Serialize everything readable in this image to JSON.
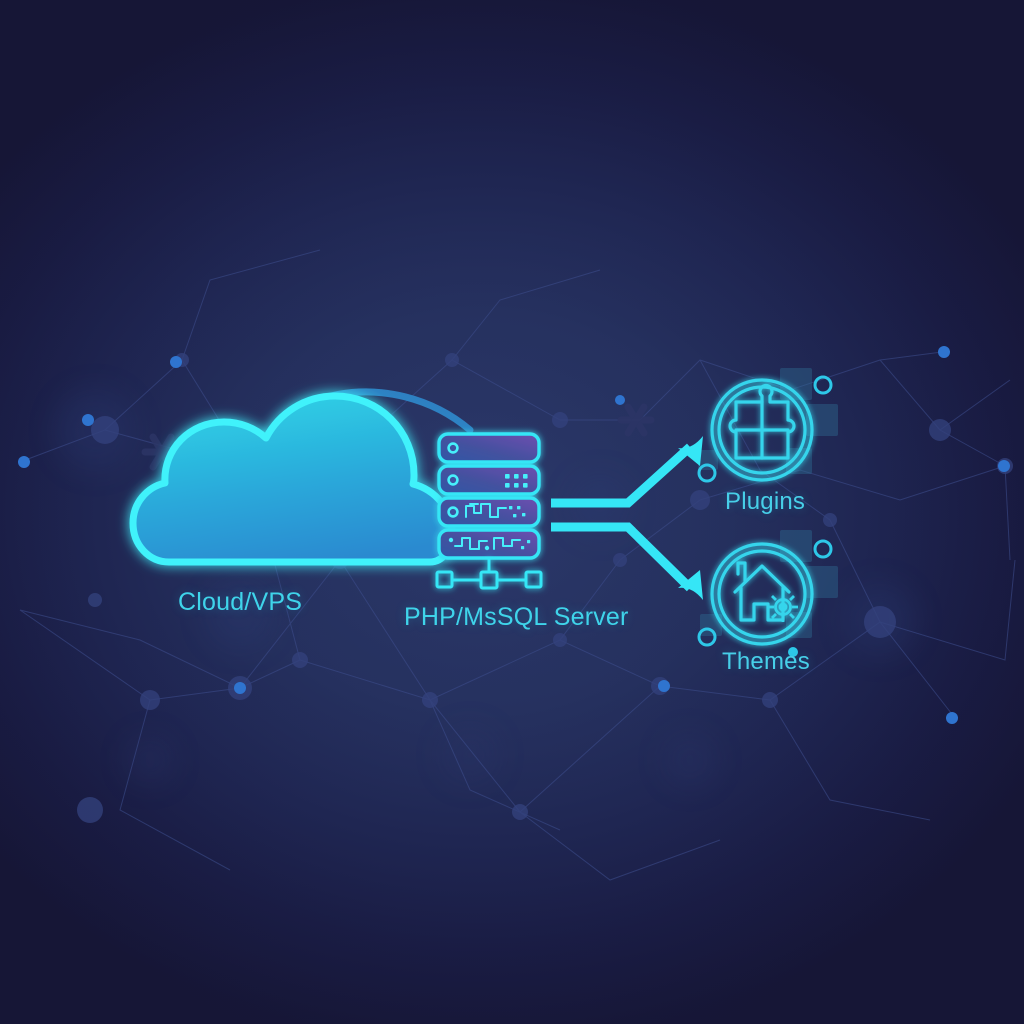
{
  "diagram": {
    "title": "Cloud hosting architecture flow",
    "background": {
      "outer_color": "#16163a",
      "inner_color": "#2a3768",
      "network_line_color": "#3b4a86",
      "network_node_color": "#2f3f75",
      "accent_node_color": "#2f6fc8"
    },
    "nodes": [
      {
        "id": "cloud",
        "label": "Cloud/VPS",
        "icon": "cloud-icon",
        "label_color": "#3fd4ea",
        "fill_top": "#2bd4e8",
        "fill_bottom": "#2a8fd0",
        "stroke": "#3ff0fb"
      },
      {
        "id": "server",
        "label": "PHP/MsSQL Server",
        "icon": "server-stack-icon",
        "label_color": "#3fd4ea",
        "stroke": "#35e6f6",
        "row_fill_top": "#6a4fa8",
        "row_fill_bottom": "#2f57a8",
        "rows": [
          {
            "index": 1,
            "has_led": true,
            "detail": "blank"
          },
          {
            "index": 2,
            "has_led": true,
            "detail": "dot-grid"
          },
          {
            "index": 3,
            "has_led": true,
            "detail": "circuit-traces"
          },
          {
            "index": 4,
            "has_led": false,
            "detail": "circuit-traces"
          }
        ],
        "base_connector": "three-square-network-connector"
      },
      {
        "id": "plugins",
        "label": "Plugins",
        "icon": "puzzle-piece-icon",
        "label_color": "#47cfe8",
        "ring_color": "#35d5ec",
        "ring_style": "double-circle"
      },
      {
        "id": "themes",
        "label": "Themes",
        "icon": "house-gear-icon",
        "label_color": "#47cfe8",
        "ring_color": "#35d5ec",
        "ring_style": "double-circle"
      }
    ],
    "connectors": [
      {
        "id": "cloud-to-server-arc",
        "from": "cloud",
        "to": "server",
        "shape": "arc",
        "color": "#2f86c8",
        "arrow_head": false
      },
      {
        "id": "cloud-to-server-arrow",
        "from": "cloud",
        "to": "server",
        "shape": "straight",
        "color": "#2f7fc4",
        "arrow_head": true
      },
      {
        "id": "server-to-plugins-arrow",
        "from": "server",
        "to": "plugins",
        "shape": "elbow-up",
        "color": "#35e6f6",
        "arrow_head": true
      },
      {
        "id": "server-to-themes-arrow",
        "from": "server",
        "to": "themes",
        "shape": "elbow-down",
        "color": "#35e6f6",
        "arrow_head": true
      }
    ],
    "decorations": {
      "squares_color": "#2e6f9e",
      "small_ring_color": "#2ec8e8",
      "snowflake_color": "#2b3464"
    }
  }
}
